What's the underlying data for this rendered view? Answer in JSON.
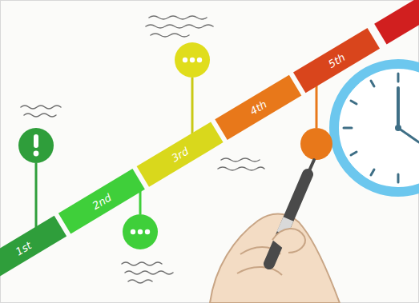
{
  "diagram": {
    "nodes": [
      {
        "text": [
          "1st"
        ]
      },
      {
        "text": [
          "2nd"
        ]
      },
      {
        "text": [
          "3rd"
        ]
      },
      {
        "text": [
          "4th"
        ]
      },
      {
        "text": [
          "5th"
        ]
      }
    ]
  }
}
